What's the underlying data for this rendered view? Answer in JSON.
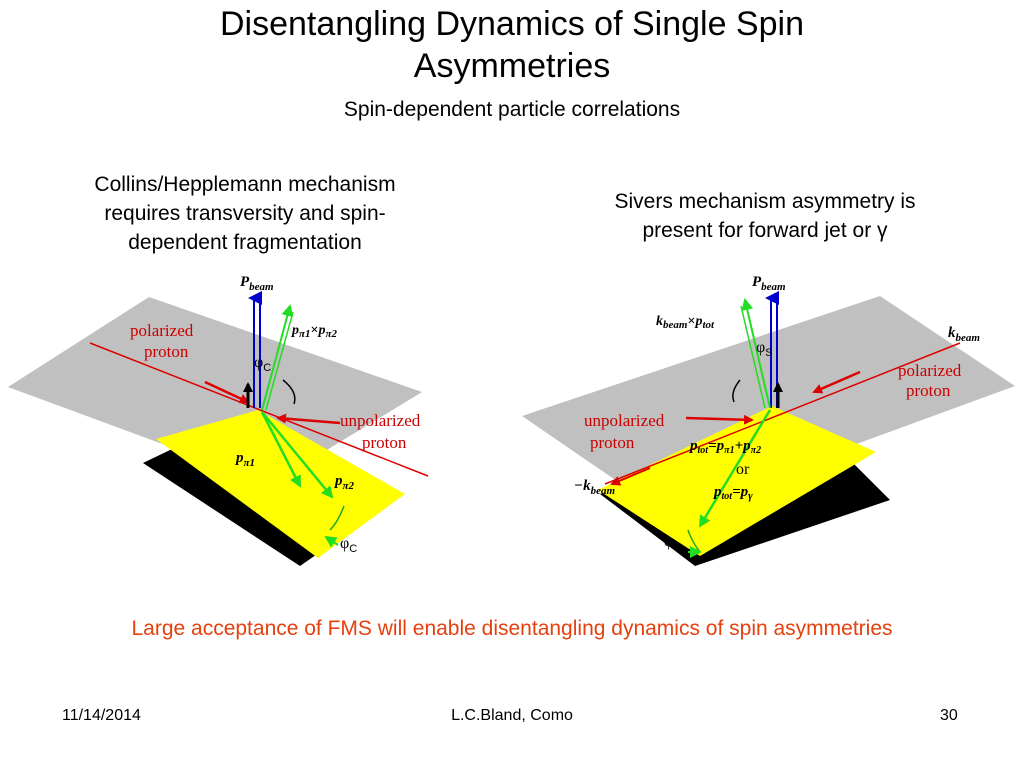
{
  "slide": {
    "title_line1": "Disentangling Dynamics of Single Spin",
    "title_line2": "Asymmetries",
    "subtitle": "Spin-dependent particle correlations",
    "left_caption": [
      "Collins/Hepplemann mechanism",
      "requires transversity and spin-",
      "dependent fragmentation"
    ],
    "right_caption": [
      "Sivers mechanism asymmetry is",
      "present for forward jet or γ"
    ],
    "bottom_note": "Large acceptance of FMS will enable disentangling dynamics of spin asymmetries",
    "footer": {
      "date": "11/14/2014",
      "author": "L.C.Bland, Como",
      "page": "30"
    }
  },
  "left_diagram": {
    "p_beam": "P",
    "p_beam_sub": "beam",
    "pair_cross": "p",
    "pair_cross_sub1": "π1",
    "pair_cross_x": "×",
    "pair_cross_p2": "p",
    "pair_cross_sub2": "π2",
    "phi_c_top": "φ",
    "phi_c_top_sub": "C",
    "polarized_l1": "polarized",
    "polarized_l2": "proton",
    "unpolarized_l1": "unpolarized",
    "unpolarized_l2": "proton",
    "p_pi1": "p",
    "p_pi1_sub": "π1",
    "p_pi2": "p",
    "p_pi2_sub": "π2",
    "phi_c_bottom": "φ",
    "phi_c_bottom_sub": "C"
  },
  "right_diagram": {
    "p_beam": "P",
    "p_beam_sub": "beam",
    "kcross_k": "k",
    "kcross_k_sub": "beam",
    "kcross_x": "×",
    "kcross_p": "p",
    "kcross_p_sub": "tot",
    "phi_s_top": "φ",
    "phi_s_top_sub": "S",
    "k_beam": "k",
    "k_beam_sub": "beam",
    "polarized_l1": "polarized",
    "polarized_l2": "proton",
    "unpolarized_l1": "unpolarized",
    "unpolarized_l2": "proton",
    "ptot_eq": "p",
    "ptot_eq_sub": "tot",
    "ptot_eq_rhs": "=p",
    "ptot_eq_rhs_sub1": "π1",
    "ptot_eq_plus": "+p",
    "ptot_eq_rhs_sub2": "π2",
    "or": "or",
    "ptot_gamma": "p",
    "ptot_gamma_sub": "tot",
    "ptot_gamma_rhs": "=p",
    "ptot_gamma_rhs_sub": "γ",
    "neg_k": "−k",
    "neg_k_sub": "beam",
    "phi_s_bottom": "φ",
    "phi_s_bottom_sub": "S"
  },
  "colors": {
    "plane_gray": "#c0c0c0",
    "plane_yellow": "#ffff00",
    "shadow": "#000000",
    "beam_line": "#dd0000",
    "label_red": "#cc0000",
    "arrow_green": "#22dd22",
    "arrow_blue": "#0000cc",
    "note_orange": "#e5400e"
  }
}
